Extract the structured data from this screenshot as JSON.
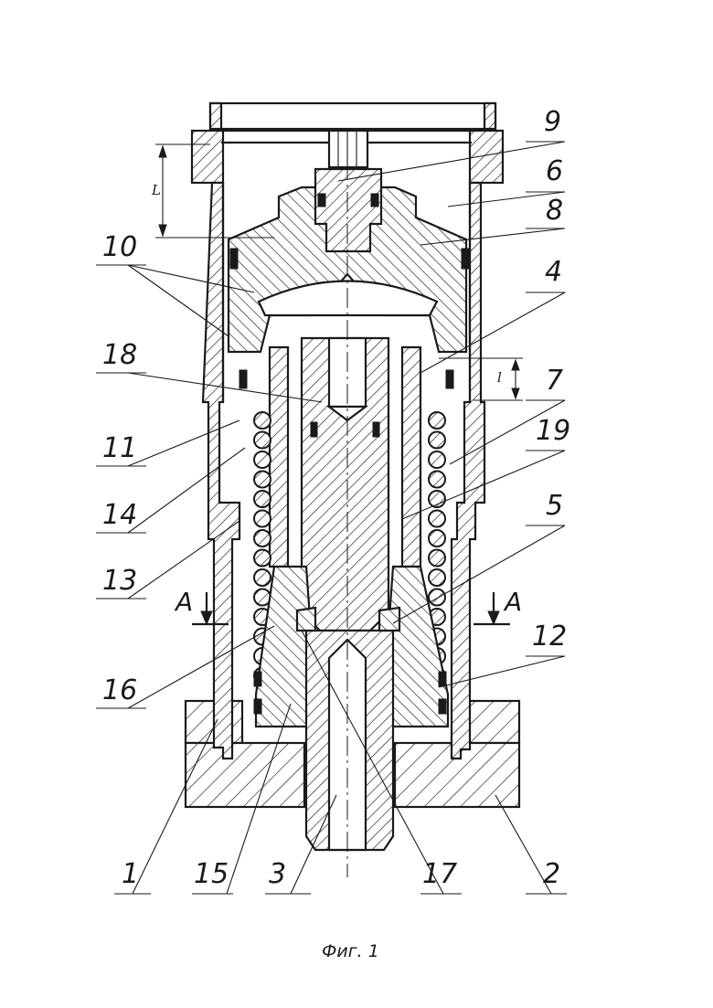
{
  "figure": {
    "caption": "Фиг. 1",
    "section_marker": "A",
    "dim_L": "L",
    "dim_l": "l"
  },
  "labels": {
    "p1": "1",
    "p2": "2",
    "p3": "3",
    "p4": "4",
    "p5": "5",
    "p6": "6",
    "p7": "7",
    "p8": "8",
    "p9": "9",
    "p10": "10",
    "p11": "11",
    "p12": "12",
    "p13": "13",
    "p14": "14",
    "p15": "15",
    "p16": "16",
    "p17": "17",
    "p18": "18",
    "p19": "19"
  }
}
